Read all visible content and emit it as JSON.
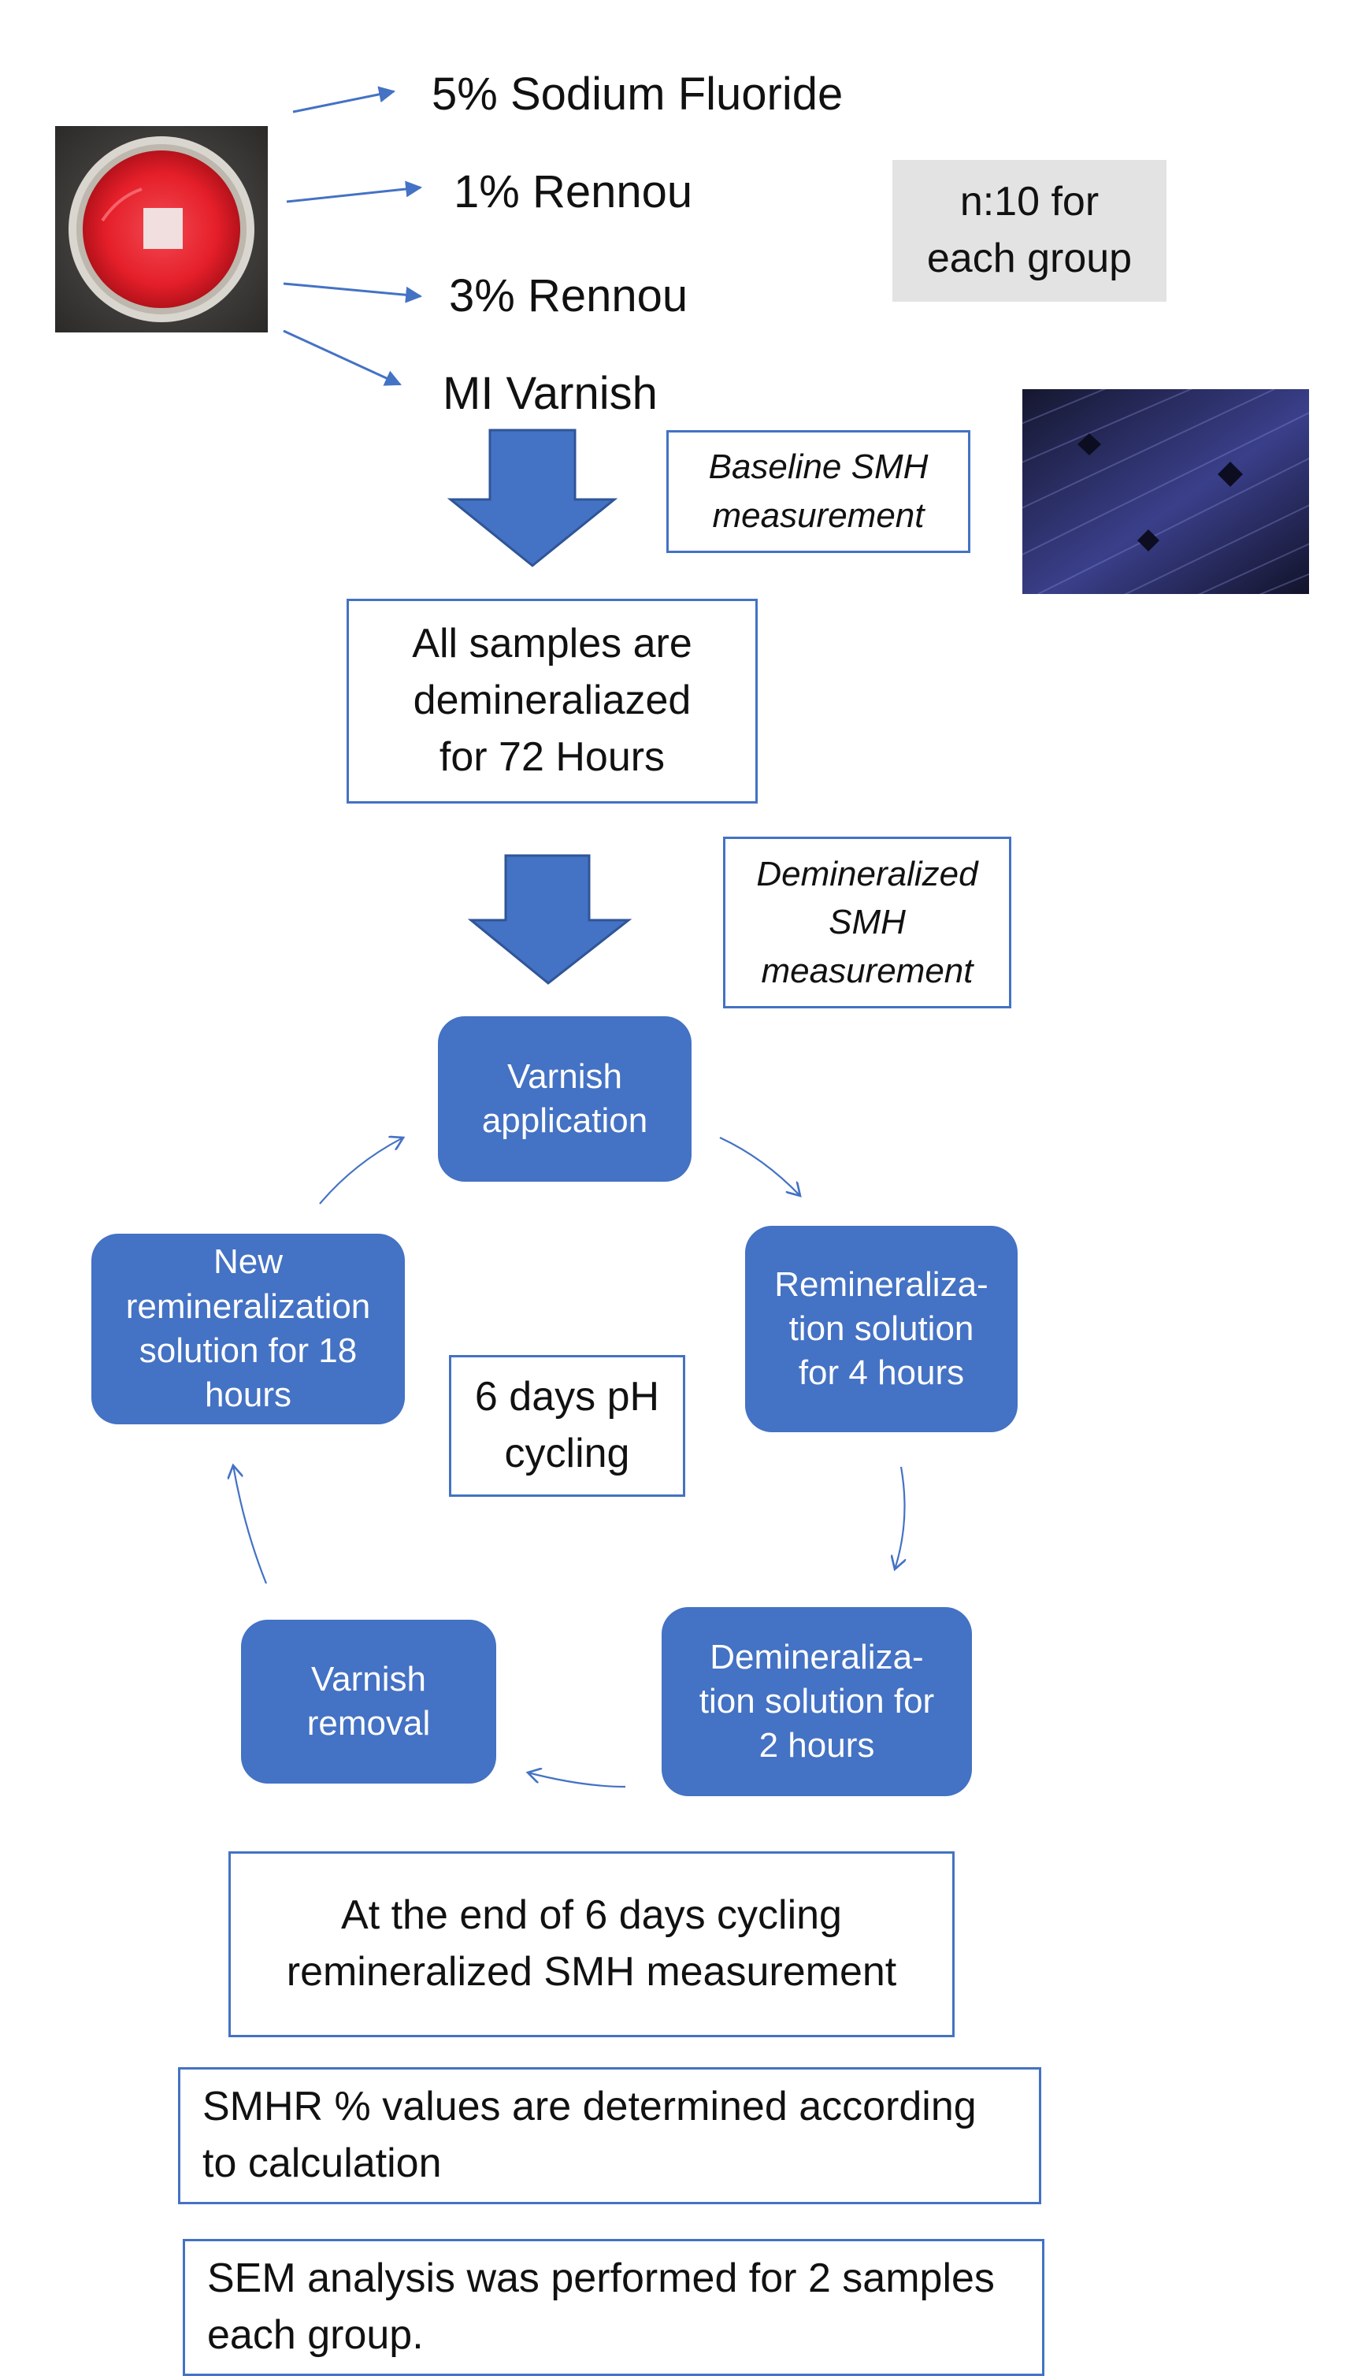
{
  "groups": {
    "items": [
      {
        "label": "5% Sodium Fluoride"
      },
      {
        "label": "1% Rennou"
      },
      {
        "label": "3% Rennou"
      },
      {
        "label": "MI Varnish"
      }
    ]
  },
  "sample_size_note": "n:10 for\neach group",
  "steps": {
    "baseline_note": "Baseline SMH\nmeasurement",
    "demineralized_box": "All samples are\ndemineraliazed\nfor 72 Hours",
    "demineralized_note": "Demineralized\nSMH\nmeasurement",
    "cycle_label": "6 days pH\ncycling",
    "end_box": "At the end of 6 days cycling\nremineralized SMH measurement",
    "smhr_box": "SMHR % values are determined according\nto calculation",
    "sem_box": "SEM analysis was performed for 2 samples\neach group."
  },
  "cycle": {
    "nodes": [
      {
        "label": "Varnish\napplication"
      },
      {
        "label": "Remineraliza-\ntion solution\nfor 4 hours"
      },
      {
        "label": "Demineraliza-\ntion solution for\n2 hours"
      },
      {
        "label": "Varnish\nremoval"
      },
      {
        "label": "New\nremineralization\nsolution for 18\nhours"
      }
    ]
  },
  "colors": {
    "accent": "#4472c4",
    "node_fill": "#4472c4",
    "sample_red": "#e8202a",
    "note_gray": "#e3e3e3",
    "micrograph": "#1c1f4e"
  },
  "icons": {
    "sample_photo": "red-sample-disc-photo",
    "micrograph": "indentation-micrograph-photo"
  }
}
